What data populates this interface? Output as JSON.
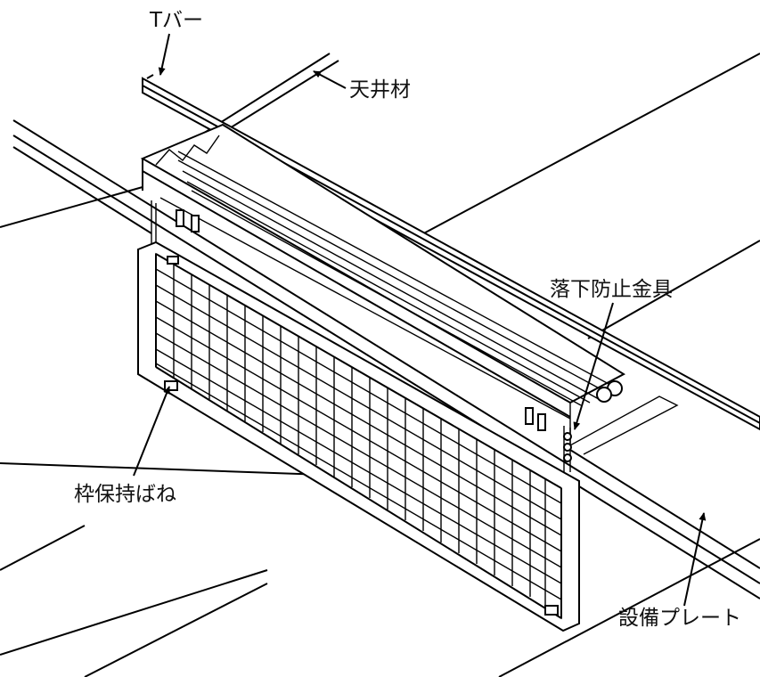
{
  "labels": {
    "t_bar": "Tバー",
    "ceiling_material": "天井材",
    "fall_prevention_bracket": "落下防止金具",
    "frame_holding_spring": "枠保持ばね",
    "equipment_plate": "設備プレート"
  },
  "colors": {
    "line": "#000000",
    "background": "#ffffff"
  }
}
